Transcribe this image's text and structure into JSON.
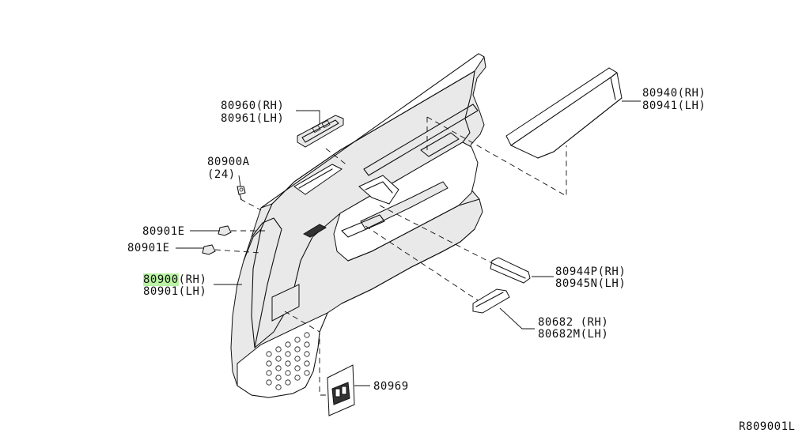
{
  "parts": {
    "p80960": "80960(RH)",
    "p80961": "80961(LH)",
    "p80900A": "80900A",
    "p80900A_qty": "(24)",
    "p80901E_a": "80901E",
    "p80901E_b": "80901E",
    "p80900_num": "80900",
    "p80900_side": "(RH)",
    "p80901": "80901(LH)",
    "p80940": "80940(RH)",
    "p80941": "80941(LH)",
    "p80944P": "80944P(RH)",
    "p80945N": "80945N(LH)",
    "p80682": "80682 (RH)",
    "p80682M": "80682M(LH)",
    "p80969": "80969"
  },
  "ref_code": "R809001L",
  "highlight_color": "#b9f3a3"
}
